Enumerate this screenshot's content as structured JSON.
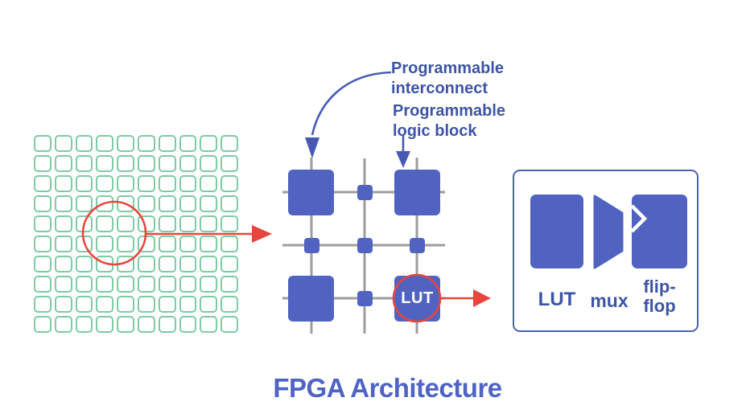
{
  "title": "FPGA Architecture",
  "colors": {
    "block_blue": "#5163c1",
    "label_blue": "#3d54a6",
    "title_blue": "#4f63c5",
    "cell_green": "#7ecaa4",
    "wire_gray": "#9d9d9d",
    "highlight_red": "#e8453c",
    "legend_border": "#4b62b5",
    "arrow_blue": "#4759b4",
    "lut_text": "#ffffff"
  },
  "cell_array": {
    "rows": 10,
    "cols": 10
  },
  "callouts": {
    "interconnect": "Programmable interconnect",
    "logic_block": "Programmable logic block"
  },
  "lut_block_label": "LUT",
  "legend": {
    "lut_label": "LUT",
    "mux_label": "mux",
    "flipflop_label": "flip-flop"
  }
}
